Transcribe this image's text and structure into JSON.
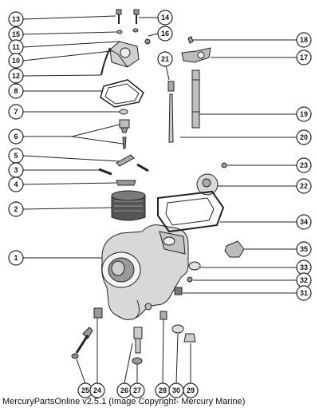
{
  "callouts": {
    "c1": "1",
    "c2": "2",
    "c3": "3",
    "c4": "4",
    "c5": "5",
    "c6": "6",
    "c7": "7",
    "c8": "8",
    "c10": "10",
    "c11": "11",
    "c12": "12",
    "c13": "13",
    "c14": "14",
    "c15": "15",
    "c16": "16",
    "c17": "17",
    "c18": "18",
    "c19": "19",
    "c20": "20",
    "c21": "21",
    "c22": "22",
    "c23": "23",
    "c24": "24",
    "c25": "25",
    "c26": "26",
    "c27": "27",
    "c28": "28",
    "c29": "29",
    "c30": "30",
    "c31": "31",
    "c32": "32",
    "c33": "33",
    "c34": "34",
    "c35": "35"
  },
  "footer": {
    "caption": "MercuryPartsOnline v2.5.1 (Image Copyright- Mercury Marine)"
  }
}
